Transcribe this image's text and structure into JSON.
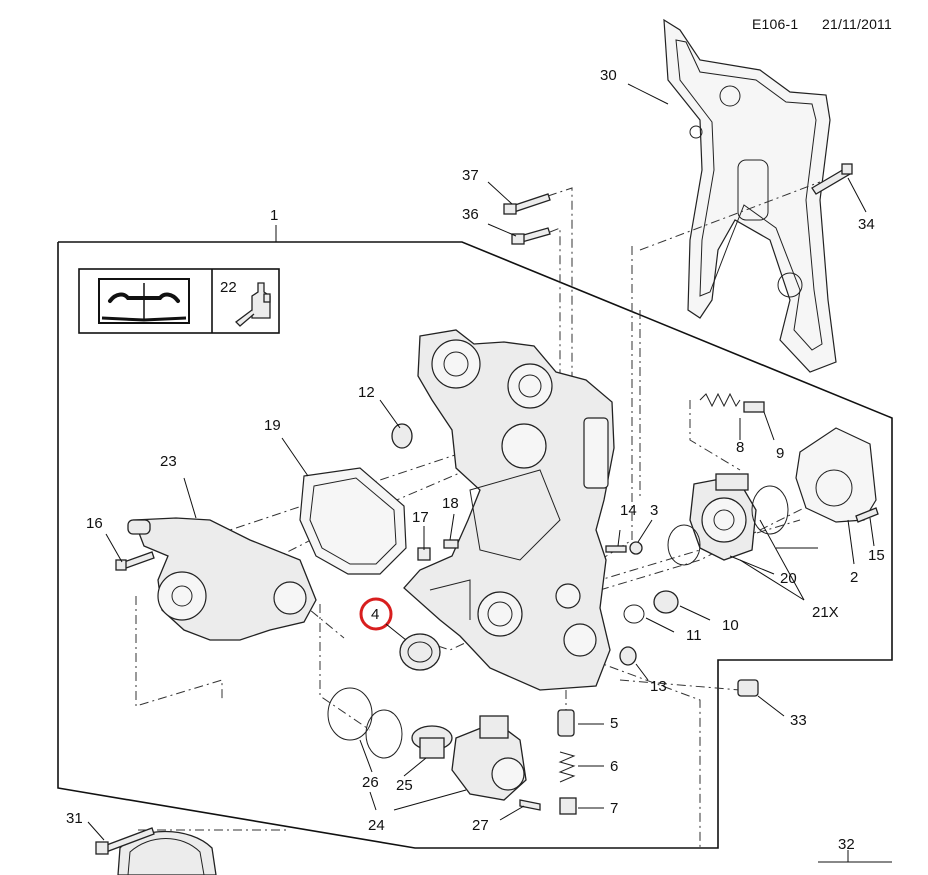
{
  "header": {
    "code": "E106-1",
    "date": "21/11/2011"
  },
  "callouts": {
    "c1": "1",
    "c2": "2",
    "c3": "3",
    "c4": "4",
    "c5": "5",
    "c6": "6",
    "c7": "7",
    "c8": "8",
    "c9": "9",
    "c10": "10",
    "c11": "11",
    "c12": "12",
    "c13": "13",
    "c14": "14",
    "c15": "15",
    "c16": "16",
    "c17": "17",
    "c18": "18",
    "c19": "19",
    "c20": "20",
    "c21x": "21X",
    "c22": "22",
    "c23": "23",
    "c24": "24",
    "c25": "25",
    "c26": "26",
    "c27": "27",
    "c30": "30",
    "c31": "31",
    "c32": "32",
    "c33": "33",
    "c34": "34",
    "c36": "36",
    "c37": "37"
  },
  "highlight": {
    "part": "4",
    "color": "#d81e1e"
  }
}
